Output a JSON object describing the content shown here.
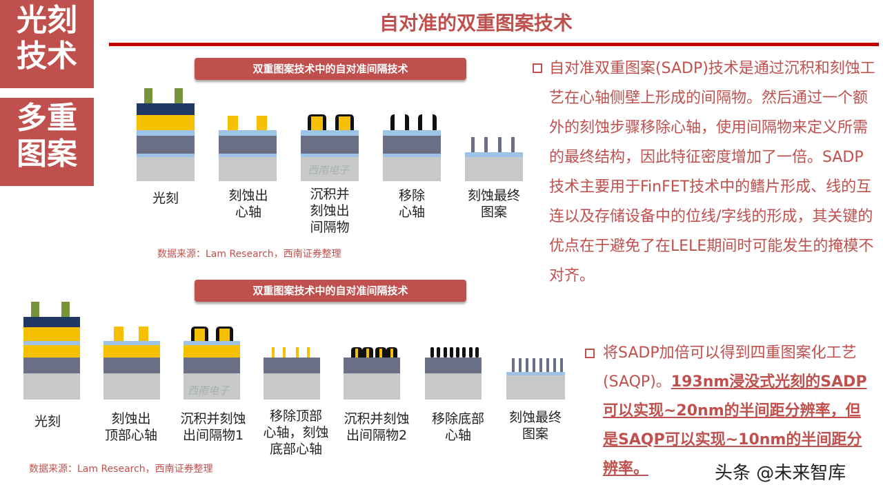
{
  "sidebar": {
    "section1": [
      "光刻",
      "技术"
    ],
    "section2": [
      "多重",
      "图案"
    ]
  },
  "header": {
    "title": "自对准的双重图案技术"
  },
  "figure1": {
    "banner": "双重图案技术中的自对准间隔技术",
    "captions": [
      [
        "光刻"
      ],
      [
        "刻蚀出",
        "心轴"
      ],
      [
        "沉积并",
        "刻蚀出",
        "间隔物"
      ],
      [
        "移除",
        "心轴"
      ],
      [
        "刻蚀最终",
        "图案"
      ]
    ],
    "source": "数据来源：Lam Research，西南证券整理",
    "watermark": "西南电子"
  },
  "figure2": {
    "banner": "双重图案技术中的自对准间隔技术",
    "captions": [
      [
        "光刻"
      ],
      [
        "刻蚀出",
        "顶部心轴"
      ],
      [
        "沉积并刻蚀",
        "出间隔物1"
      ],
      [
        "移除顶部",
        "心轴，刻蚀",
        "底部心轴"
      ],
      [
        "沉积并刻蚀",
        "出间隔物2"
      ],
      [
        "移除底部",
        "心轴"
      ],
      [
        "刻蚀最终",
        "图案"
      ]
    ],
    "source": "数据来源：Lam Research，西南证券整理",
    "watermark": "西南电子"
  },
  "paragraph1": {
    "text": "自对准双重图案(SADP)技术是通过沉积和刻蚀工艺在心轴侧壁上形成的间隔物。然后通过一个额外的刻蚀步骤移除心轴，使用间隔物来定义所需的最终结构，因此特征密度增加了一倍。SADP技术主要用于FinFET技术中的鳍片形成、线的互连以及存储设备中的位线/字线的形成，其关键的优点在于避免了在LELE期间时可能发生的掩模不对齐。"
  },
  "paragraph2": {
    "text_plain": "将SADP加倍可以得到四重图案化工艺 (SAQP)。",
    "text_highlight": "193nm浸没式光刻的SADP可以实现~20nm的半间距分辨率，但是SAQP可以实现~10nm的半间距分辨率。"
  },
  "corner_mark": "头条 @未来智库",
  "colors": {
    "accent": "#c0504d",
    "rule": "#c00000",
    "navy": "#1f3864",
    "yellow": "#f5c000",
    "green": "#77933c",
    "lightblue": "#9dc3e6",
    "slate": "#6b6f86",
    "gray": "#c8c8c8",
    "black": "#111111"
  }
}
